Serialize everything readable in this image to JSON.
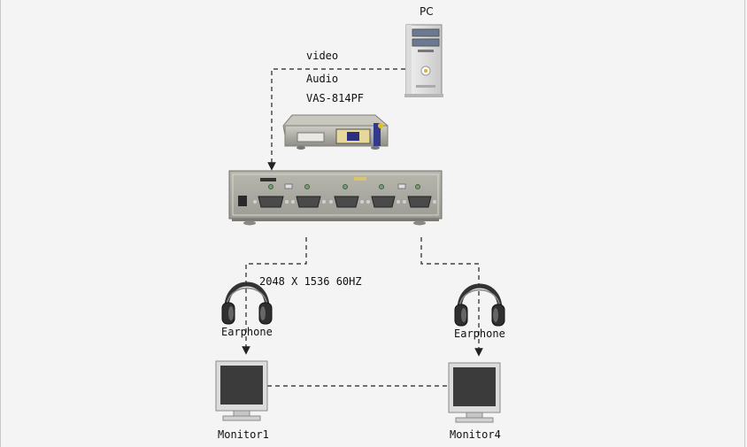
{
  "labels": {
    "pc": "PC",
    "video": "video",
    "audio": "Audio",
    "model": "VAS-814PF",
    "resolution": "2048 X 1536 60HZ",
    "earphone_left": "Earphone",
    "earphone_right": "Earphone",
    "monitor_left": "Monitor1",
    "monitor_right": "Monitor4"
  },
  "colors": {
    "background": "#f4f4f4",
    "line": "#222222",
    "device_body": "#a9a8a0",
    "screen": "#3b3b3b"
  },
  "icons": {
    "pc": "pc-tower-icon",
    "switch": "kvm-switch-icon",
    "headphones": "headphones-icon",
    "monitor": "monitor-icon"
  }
}
